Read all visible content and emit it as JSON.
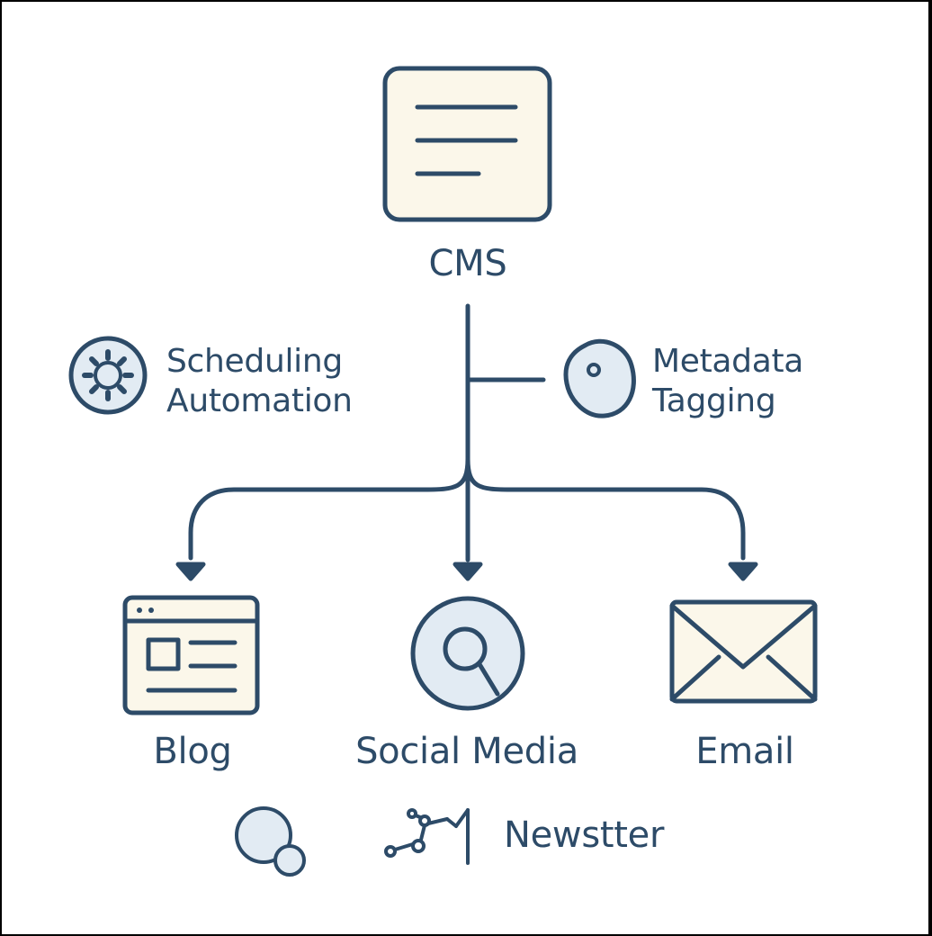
{
  "diagram": {
    "root": {
      "label": "CMS",
      "icon": "document-icon"
    },
    "features": {
      "left": {
        "line1": "Scheduling",
        "line2": "Automation",
        "icon": "gear-icon"
      },
      "right": {
        "line1": "Metadata",
        "line2": "Tagging",
        "icon": "tag-icon"
      }
    },
    "channels": [
      {
        "label": "Blog",
        "icon": "browser-window-icon"
      },
      {
        "label": "Social Media",
        "icon": "magnifier-icon"
      },
      {
        "label": "Email",
        "icon": "envelope-icon"
      }
    ],
    "extra": {
      "label": "Newstter",
      "icons": [
        "bubbles-icon",
        "graph-nodes-icon"
      ]
    }
  },
  "colors": {
    "stroke": "#2d4b68",
    "fill_cream": "#fbf7ea",
    "fill_blue": "#e2ebf3",
    "background": "#ffffff",
    "frame": "#000000"
  }
}
